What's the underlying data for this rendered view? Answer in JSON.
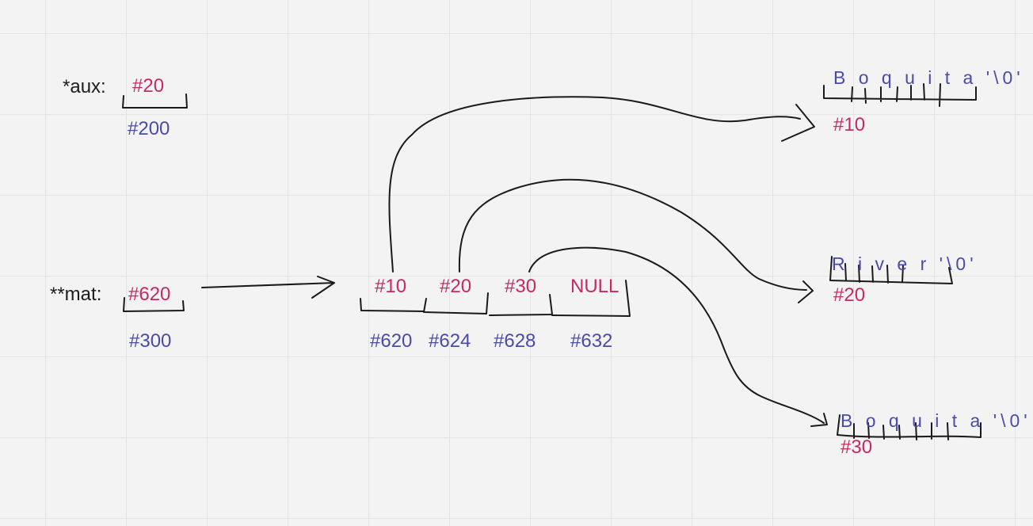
{
  "aux": {
    "label": "*aux:",
    "value": "#20",
    "address": "#200"
  },
  "mat": {
    "label": "**mat:",
    "value": "#620",
    "address": "#300"
  },
  "array": {
    "cells": [
      {
        "value": "#10",
        "address": "#620"
      },
      {
        "value": "#20",
        "address": "#624"
      },
      {
        "value": "#30",
        "address": "#628"
      },
      {
        "value": "NULL",
        "address": "#632"
      }
    ]
  },
  "strings": [
    {
      "text": "B o q u i t a '\\0'",
      "address": "#10"
    },
    {
      "text": "R i v e r  '\\0'",
      "address": "#20"
    },
    {
      "text": "B o q u i t a '\\0'",
      "address": "#30"
    }
  ],
  "colors": {
    "value": "#c72a63",
    "address": "#4a4aa8",
    "ink": "#1a1a1a",
    "background": "#f3f3f3"
  }
}
